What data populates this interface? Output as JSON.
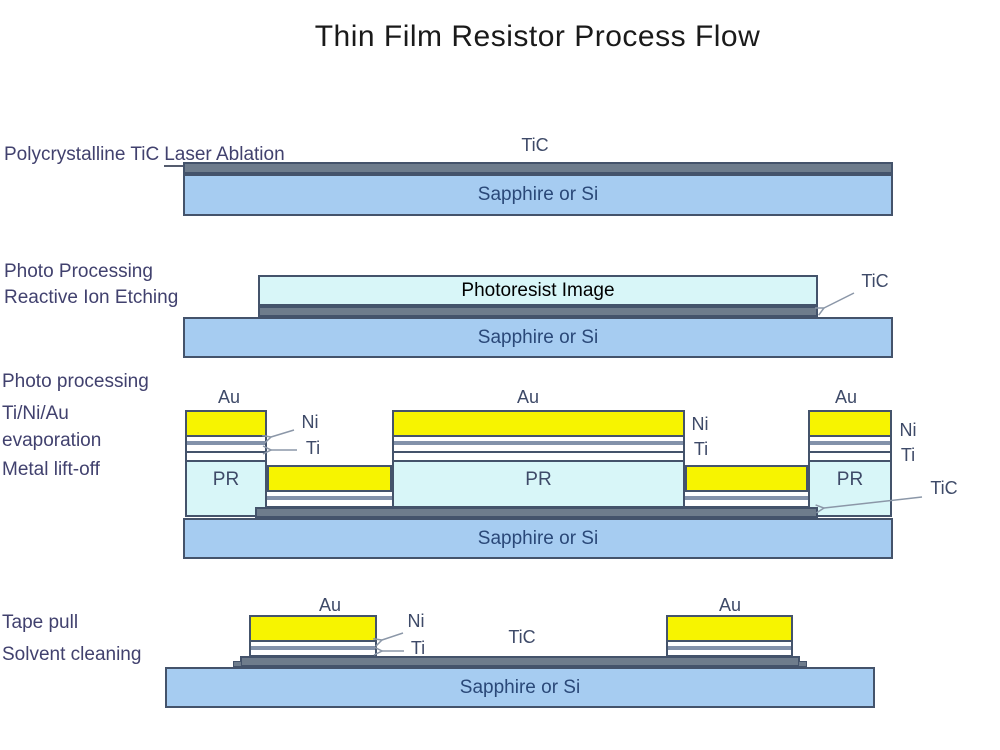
{
  "title": "Thin Film Resistor Process Flow",
  "colors": {
    "gold": "#f7f400",
    "resist": "#d8f6f8",
    "substrate": "#a6ccf1",
    "tic": "#6e7c8c",
    "outline": "#44536b",
    "stripe": "#8392aa",
    "process_text": "#41416e",
    "layer_text": "#3e4a68",
    "substrate_text": "#2a4878",
    "title_text": "#1a1a1a",
    "underline": "#555c6e",
    "arrow": "#8b97a8"
  },
  "layers": {
    "au": "Au",
    "ni": "Ni",
    "ti": "Ti",
    "tic": "TiC",
    "pr": "PR",
    "photoresist": "Photoresist Image",
    "substrate": "Sapphire or Si"
  },
  "stages": {
    "s1": {
      "label_prefix": "Polycrystalline TiC",
      "label_underlined": "Laser Ablation"
    },
    "s2": {
      "lines": [
        "Photo Processing",
        "Reactive Ion Etching"
      ]
    },
    "s3": {
      "lines": [
        "Photo processing",
        "Ti/Ni/Au",
        "evaporation",
        "Metal lift-off"
      ]
    },
    "s4": {
      "lines": [
        "Tape pull",
        "Solvent cleaning"
      ]
    }
  }
}
